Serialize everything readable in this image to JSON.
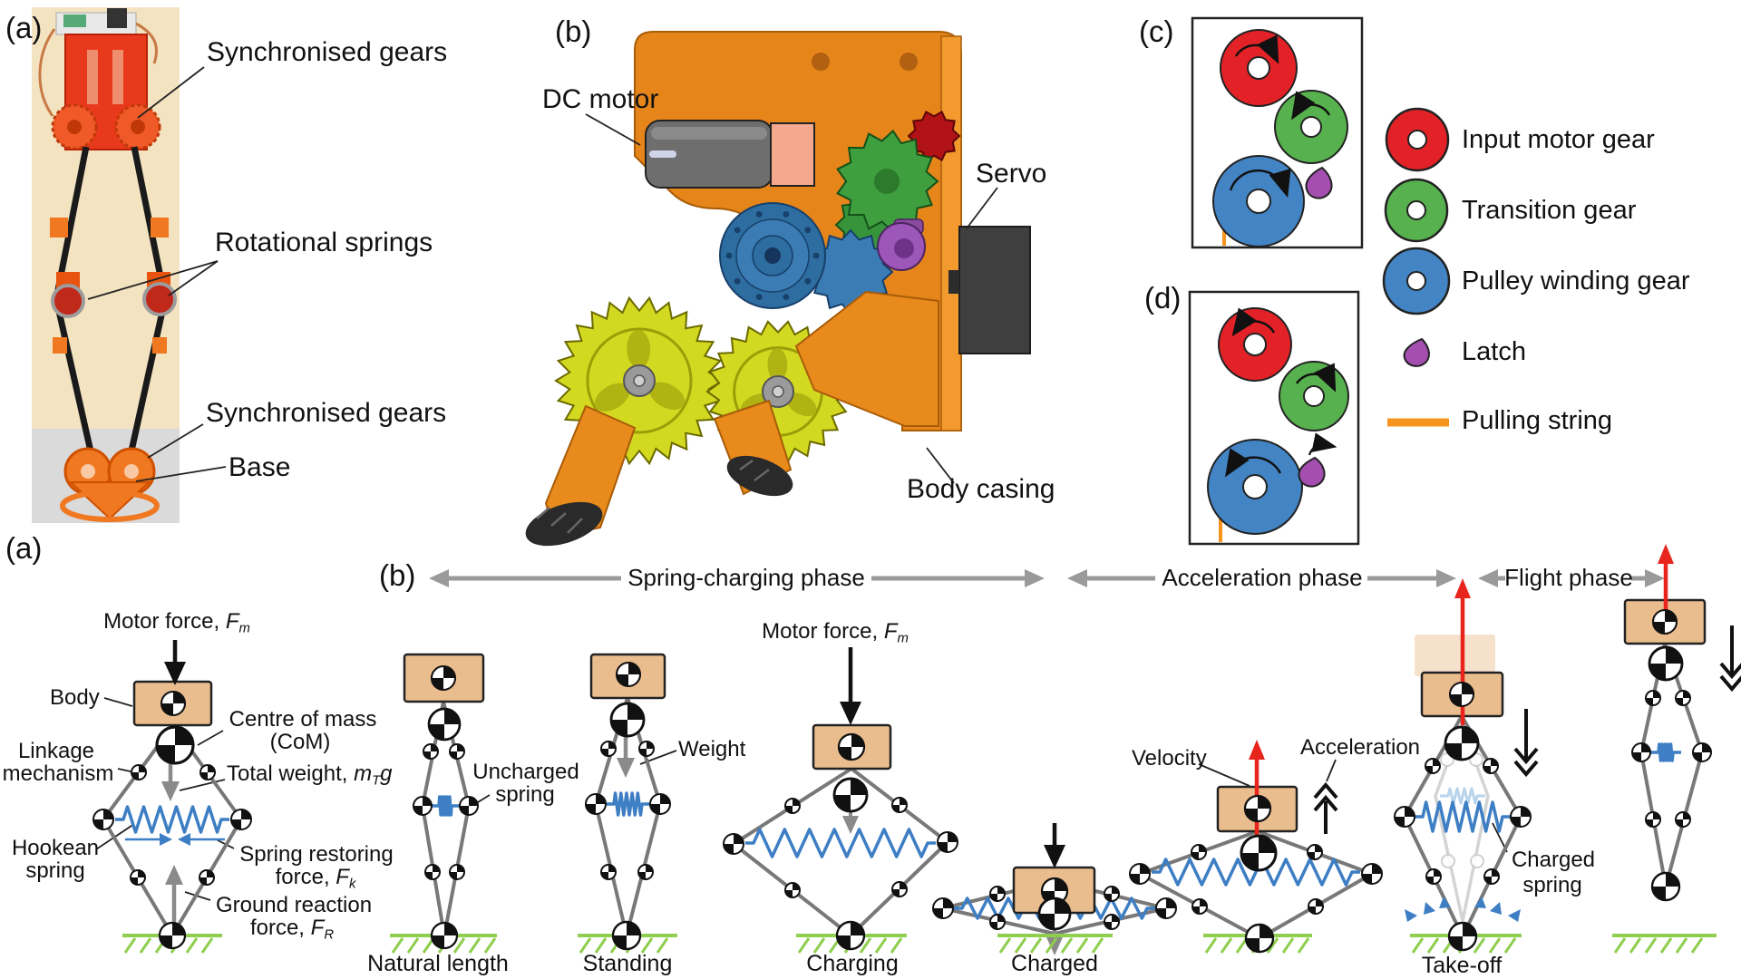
{
  "top": {
    "a": {
      "tag": "(a)",
      "sync_top": "Synchronised gears",
      "rot_springs": "Rotational springs",
      "sync_bot": "Synchronised gears",
      "base": "Base"
    },
    "b": {
      "tag": "(b)",
      "dc_motor": "DC motor",
      "servo": "Servo",
      "body_casing": "Body casing"
    },
    "c": {
      "tag": "(c)"
    },
    "d": {
      "tag": "(d)"
    },
    "legend": [
      {
        "label": "Input motor gear",
        "color": "#e32227",
        "icon": "gear-red"
      },
      {
        "label": "Transition gear",
        "color": "#57b14e",
        "icon": "gear-green"
      },
      {
        "label": "Pulley winding gear",
        "color": "#4384c4",
        "icon": "gear-blue"
      },
      {
        "label": "Latch",
        "color": "#a44fb0",
        "icon": "latch"
      },
      {
        "label": "Pulling string",
        "color": "#f7941e",
        "icon": "string-line"
      }
    ]
  },
  "bottom": {
    "a_tag": "(a)",
    "b_tag": "(b)",
    "phases": {
      "charge": "Spring-charging phase",
      "accel": "Acceleration phase",
      "flight": "Flight phase"
    },
    "fbd": {
      "motor_pre": "Motor force, ",
      "motor_sym": "F",
      "motor_sub": "m",
      "body": "Body",
      "linkage1": "Linkage",
      "linkage2": "mechanism",
      "com1": "Centre of mass",
      "com2": "(CoM)",
      "weight_pre": "Total weight, ",
      "weight_m": "m",
      "weight_sub": "T",
      "weight_g": "g",
      "hook1": "Hookean",
      "hook2": "spring",
      "spring1": "Spring restoring",
      "spring2_pre": "force, ",
      "spring_sym": "F",
      "spring_sub": "k",
      "ground1": "Ground reaction",
      "ground2_pre": "force, ",
      "ground_sym": "F",
      "ground_sub": "R"
    },
    "labels": {
      "uncharged1": "Uncharged",
      "uncharged2": "spring",
      "weight": "Weight",
      "motor_pre": "Motor force, ",
      "motor_sym": "F",
      "motor_sub": "m",
      "velocity": "Velocity",
      "acceleration": "Acceleration",
      "charged1": "Charged",
      "charged2": "spring"
    },
    "stages": {
      "natural": "Natural length",
      "standing": "Standing",
      "charging": "Charging",
      "charged": "Charged",
      "takeoff": "Take-off"
    }
  },
  "colors": {
    "gear_red": "#e32227",
    "gear_green": "#57b14e",
    "gear_blue": "#4384c4",
    "latch_purple": "#a44fb0",
    "string_orange": "#f7941e",
    "body_tan": "#eabd8e",
    "link_gray": "#787878",
    "spring_blue": "#3d7ec4",
    "ground_green": "#8fce4e",
    "arrow_red": "#e8251d",
    "arrow_gray": "#8a8a8a"
  }
}
